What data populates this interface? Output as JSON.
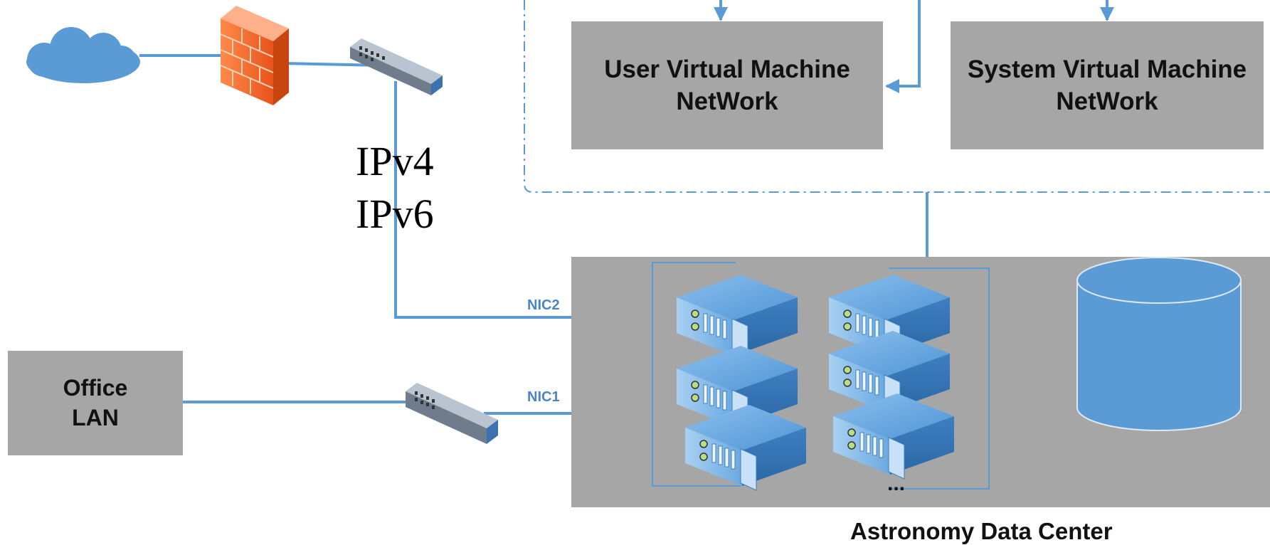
{
  "network": {
    "user_vm_line1": "User Virtual Machine",
    "user_vm_line2": "NetWork",
    "system_vm_line1": "System Virtual Machine",
    "system_vm_line2": "NetWork",
    "ipv4": "IPv4",
    "ipv6": "IPv6",
    "nic2": "NIC2",
    "nic1": "NIC1"
  },
  "office": {
    "line1": "Office",
    "line2": "LAN"
  },
  "data_center": {
    "caption": "Astronomy Data Center",
    "more_servers": "..."
  },
  "icons": [
    "cloud-icon",
    "firewall-icon",
    "switch-icon",
    "server-icon",
    "storage-cylinder-icon"
  ],
  "colors": {
    "wire": "#5b9bd5",
    "box_fill": "#a6a6a6",
    "nic_text": "#4a86c5",
    "firewall": "#f26b2a",
    "server": "#4f94d4"
  }
}
